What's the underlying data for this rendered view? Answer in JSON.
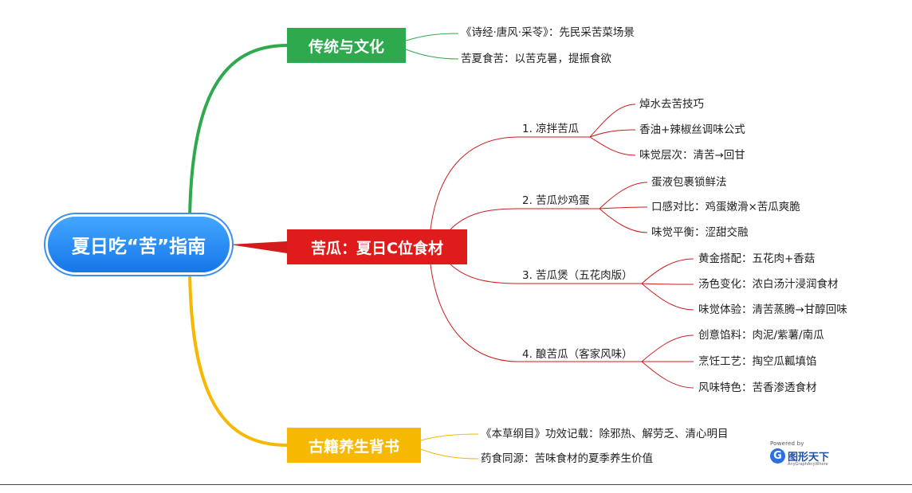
{
  "root": {
    "label": "夏日吃“苦”指南"
  },
  "branches": {
    "culture": {
      "label": "传统与文化",
      "color": "#2ea94e",
      "items": [
        "《诗经·唐风·采苓》：先民采苦菜场景",
        "苦夏食苦：以苦克暑，提振食欲"
      ]
    },
    "bittermelon": {
      "label": "苦瓜：夏日C位食材",
      "color": "#e01b1b",
      "dishes": [
        {
          "label": "1. 凉拌苦瓜",
          "items": [
            "焯水去苦技巧",
            "香油+辣椒丝调味公式",
            "味觉层次：清苦→回甘"
          ]
        },
        {
          "label": "2. 苦瓜炒鸡蛋",
          "items": [
            "蛋液包裹锁鲜法",
            "口感对比：鸡蛋嫩滑×苦瓜爽脆",
            "味觉平衡：涩甜交融"
          ]
        },
        {
          "label": "3. 苦瓜煲（五花肉版）",
          "items": [
            "黄金搭配：五花肉+香菇",
            "汤色变化：浓白汤汁浸润食材",
            "味觉体验：清苦蒸腾→甘醇回味"
          ]
        },
        {
          "label": "4. 酿苦瓜（客家风味）",
          "items": [
            "创意馅料：肉泥/紫薯/南瓜",
            "烹饪工艺：掏空瓜瓤填馅",
            "风味特色：苦香渗透食材"
          ]
        }
      ]
    },
    "ancient": {
      "label": "古籍养生背书",
      "color": "#f6b800",
      "items": [
        "《本草纲目》功效记载：除邪热、解劳乏、清心明目",
        "药食同源：苦味食材的夏季养生价值"
      ]
    }
  },
  "logo": {
    "powered": "Powered by",
    "name": "图形天下",
    "tagline": "AnyGraphAnyWhere",
    "icon": "g-logo-icon"
  },
  "colors": {
    "root": "#1577e8",
    "green": "#2ea94e",
    "red": "#e01b1b",
    "yellow": "#f6b800"
  }
}
